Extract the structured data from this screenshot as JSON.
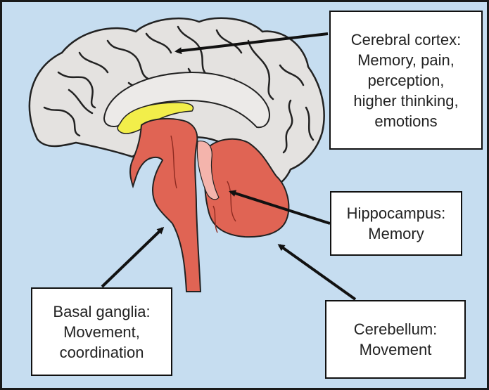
{
  "labels": {
    "cortex": "Cerebral cortex:\nMemory, pain,\nperception,\nhigher thinking,\nemotions",
    "hippocampus": "Hippocampus:\nMemory",
    "basal_ganglia": "Basal ganglia:\nMovement,\ncoordination",
    "cerebellum": "Cerebellum:\nMovement"
  },
  "colors": {
    "background": "#c6ddf0",
    "cortex": "#e4e2e0",
    "brainstem": "#e06454",
    "corpus_callosum": "#f2ee4a",
    "label_box": "#ffffff",
    "arrow": "#111111"
  }
}
